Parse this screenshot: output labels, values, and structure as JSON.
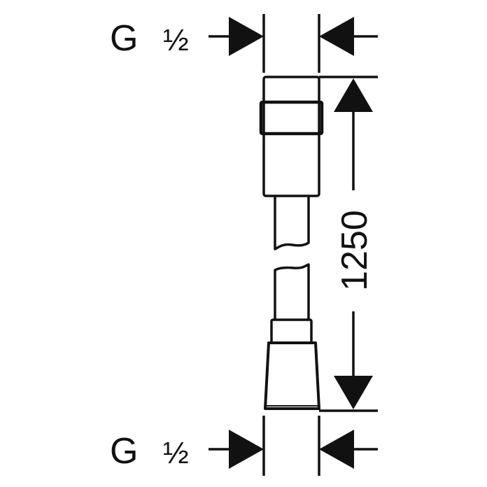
{
  "labels": {
    "thread_top": "G",
    "thread_top_size": "½",
    "thread_bottom": "G",
    "thread_bottom_size": "½",
    "length": "1250"
  },
  "colors": {
    "line": "#111111",
    "background": "#ffffff"
  }
}
